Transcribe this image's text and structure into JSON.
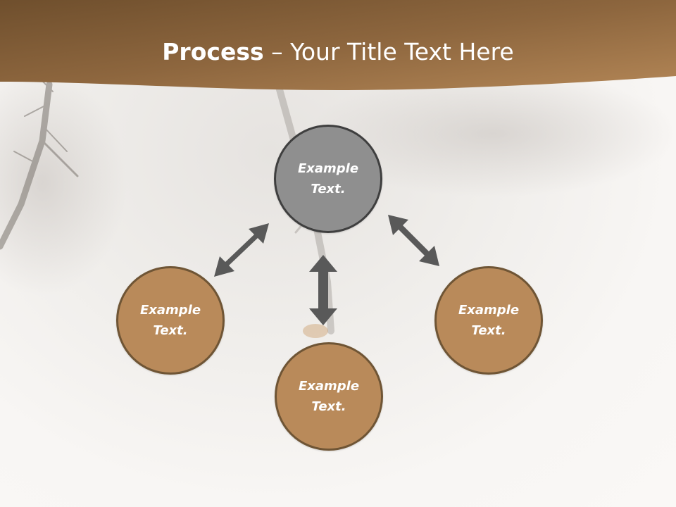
{
  "title": {
    "bold": "Process",
    "rest": " – Your Title Text Here"
  },
  "nodes": {
    "center": {
      "line1": "Example",
      "line2": "Text."
    },
    "left": {
      "line1": "Example",
      "line2": "Text."
    },
    "bottom": {
      "line1": "Example",
      "line2": "Text."
    },
    "right": {
      "line1": "Example",
      "line2": "Text."
    }
  },
  "colors": {
    "header": "#9b7146",
    "node_fill": "#b98a5a",
    "node_border": "#6f5535",
    "center_fill": "#8f8f8f",
    "center_border": "#3f3f3f",
    "arrow": "#595959"
  }
}
